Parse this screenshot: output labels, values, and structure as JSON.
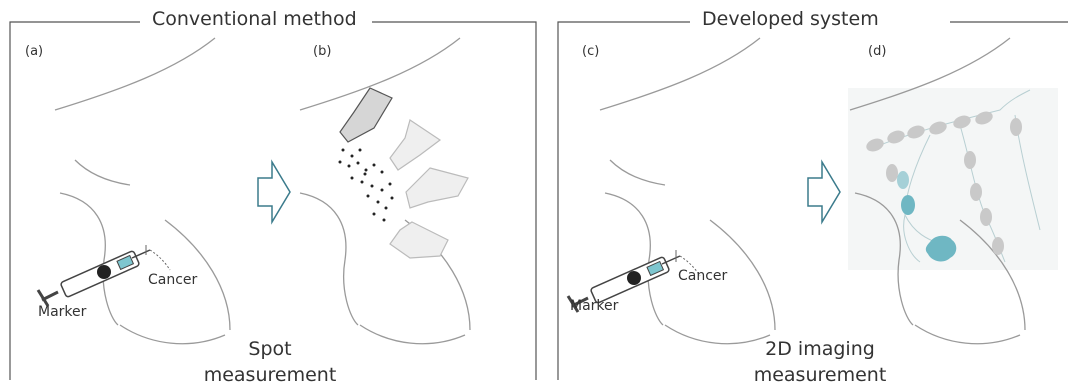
{
  "left_panel": {
    "title": "Conventional method",
    "sub_a": "(a)",
    "sub_b": "(b)",
    "marker_label": "Marker",
    "cancer_label": "Cancer",
    "caption_line1": "Spot",
    "caption_line2": "measurement"
  },
  "right_panel": {
    "title": "Developed system",
    "sub_c": "(c)",
    "sub_d": "(d)",
    "marker_label": "Marker",
    "cancer_label": "Cancer",
    "caption_line1": "2D imaging",
    "caption_line2": "measurement"
  },
  "colors": {
    "outline": "#555555",
    "body_line": "#9a9a9a",
    "arrow": "#3b7b8c",
    "lymph_gray": "#c9c9c9",
    "lymph_teal": "#6fb7c3",
    "probe_dark": "#d6d6d6",
    "probe_light": "#efefef"
  }
}
